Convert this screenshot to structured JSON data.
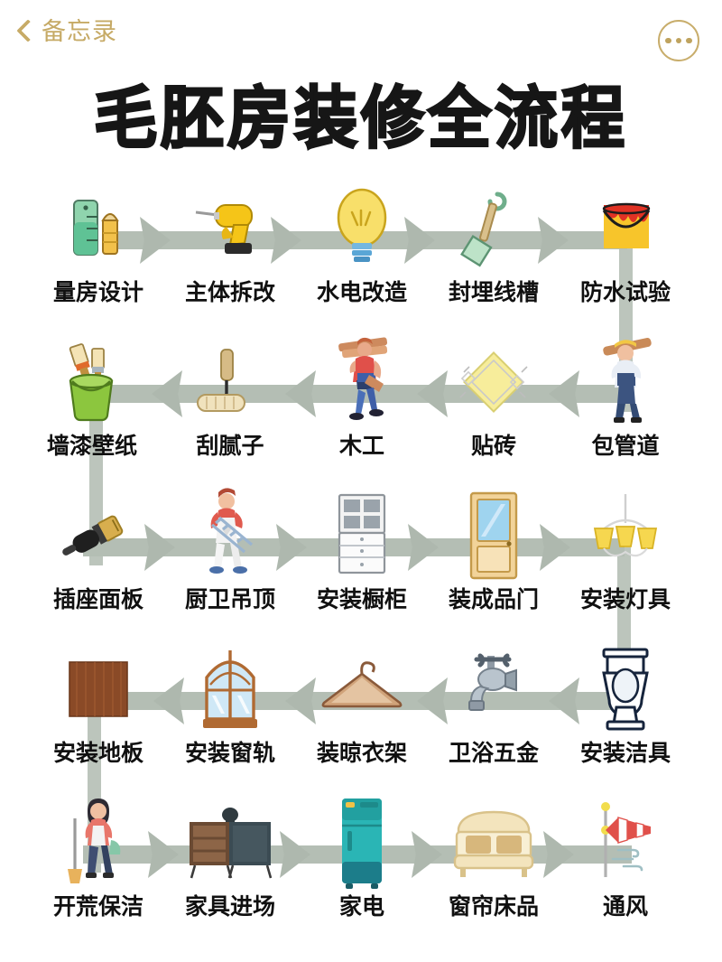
{
  "header": {
    "back_label": "备忘录",
    "back_icon": "chevron-left-icon",
    "more_icon": "ellipsis-icon",
    "accent_color": "#c6aa66"
  },
  "title": "毛胚房装修全流程",
  "theme": {
    "arrow_color": "#aeb8ae",
    "rail_color": "#b4beb4",
    "connector_color": "#bcc5bc",
    "label_color": "#101010",
    "background": "#ffffff"
  },
  "flow": {
    "rows": [
      {
        "direction": "ltr",
        "steps": [
          {
            "label": "量房设计",
            "icon": "ruler-pencil-icon"
          },
          {
            "label": "主体拆改",
            "icon": "power-drill-icon"
          },
          {
            "label": "水电改造",
            "icon": "light-bulb-icon"
          },
          {
            "label": "封埋线槽",
            "icon": "shovel-icon"
          },
          {
            "label": "防水试验",
            "icon": "paint-bucket-icon"
          }
        ]
      },
      {
        "direction": "rtl",
        "steps": [
          {
            "label": "墙漆壁纸",
            "icon": "paint-can-brush-icon"
          },
          {
            "label": "刮腻子",
            "icon": "paint-roller-icon"
          },
          {
            "label": "木工",
            "icon": "carpenter-worker-icon"
          },
          {
            "label": "贴砖",
            "icon": "tile-icon"
          },
          {
            "label": "包管道",
            "icon": "pipe-worker-icon"
          }
        ]
      },
      {
        "direction": "ltr",
        "steps": [
          {
            "label": "插座面板",
            "icon": "socket-plug-icon"
          },
          {
            "label": "厨卫吊顶",
            "icon": "ladder-worker-icon"
          },
          {
            "label": "安装橱柜",
            "icon": "cabinet-icon"
          },
          {
            "label": "装成品门",
            "icon": "door-icon"
          },
          {
            "label": "安装灯具",
            "icon": "chandelier-icon"
          }
        ]
      },
      {
        "direction": "rtl",
        "steps": [
          {
            "label": "安装地板",
            "icon": "wood-floor-icon"
          },
          {
            "label": "安装窗轨",
            "icon": "window-icon"
          },
          {
            "label": "装晾衣架",
            "icon": "clothes-hanger-icon"
          },
          {
            "label": "卫浴五金",
            "icon": "faucet-icon"
          },
          {
            "label": "安装洁具",
            "icon": "toilet-icon"
          }
        ]
      },
      {
        "direction": "ltr",
        "steps": [
          {
            "label": "开荒保洁",
            "icon": "cleaning-woman-icon"
          },
          {
            "label": "家具进场",
            "icon": "sideboard-icon"
          },
          {
            "label": "家电",
            "icon": "refrigerator-icon"
          },
          {
            "label": "窗帘床品",
            "icon": "bed-icon"
          },
          {
            "label": "通风",
            "icon": "windsock-icon"
          }
        ]
      }
    ]
  }
}
